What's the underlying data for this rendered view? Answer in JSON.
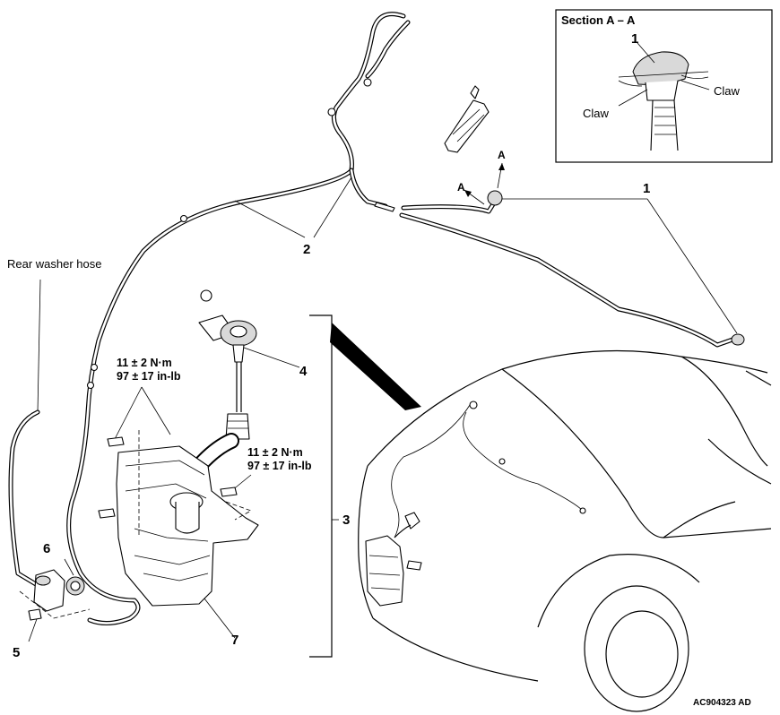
{
  "section": {
    "title": "Section A – A",
    "number": "1",
    "claw_left": "Claw",
    "claw_right": "Claw"
  },
  "callouts": {
    "n1": "1",
    "n2": "2",
    "n3": "3",
    "n4": "4",
    "n5": "5",
    "n6": "6",
    "n7": "7",
    "a_upper": "A",
    "a_lower": "A"
  },
  "labels": {
    "rear_washer_hose": "Rear washer hose"
  },
  "torque_1": {
    "metric": "11 ± 2 N·m",
    "imperial": "97 ± 17 in-lb"
  },
  "torque_2": {
    "metric": "11 ± 2 N·m",
    "imperial": "97 ± 17 in-lb"
  },
  "figure_code": "AC904323 AD"
}
